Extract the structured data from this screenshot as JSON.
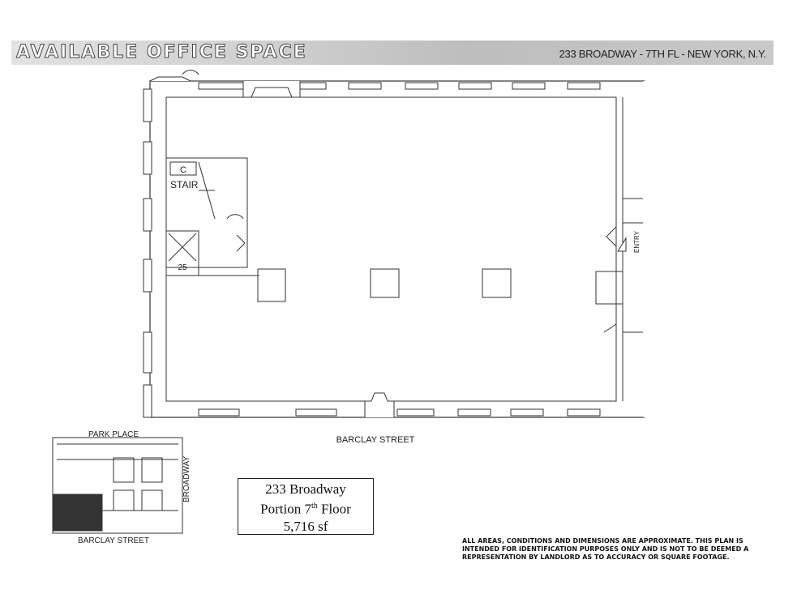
{
  "header": {
    "title": "AVAILABLE OFFICE SPACE",
    "address": "233 BROADWAY - 7TH FL - NEW YORK, N.Y."
  },
  "plan": {
    "stair_letter": "C",
    "stair_label": "STAIR",
    "elevator_number": "25",
    "entry_label": "ENTRY",
    "street_label": "BARCLAY STREET"
  },
  "key_plan": {
    "top_street": "PARK PLACE",
    "side_street": "BROADWAY",
    "bottom_street": "BARCLAY STREET"
  },
  "info_box": {
    "line1": "233 Broadway",
    "line2_prefix": "Portion 7",
    "line2_sup": "th",
    "line2_suffix": " Floor",
    "line3": "5,716 sf"
  },
  "disclaimer": "ALL AREAS, CONDITIONS AND DIMENSIONS ARE APPROXIMATE. THIS PLAN IS INTENDED FOR IDENTIFICATION PURPOSES ONLY AND IS NOT TO BE DEEMED A REPRESENTATION BY LANDLORD AS TO ACCURACY OR SQUARE FOOTAGE."
}
